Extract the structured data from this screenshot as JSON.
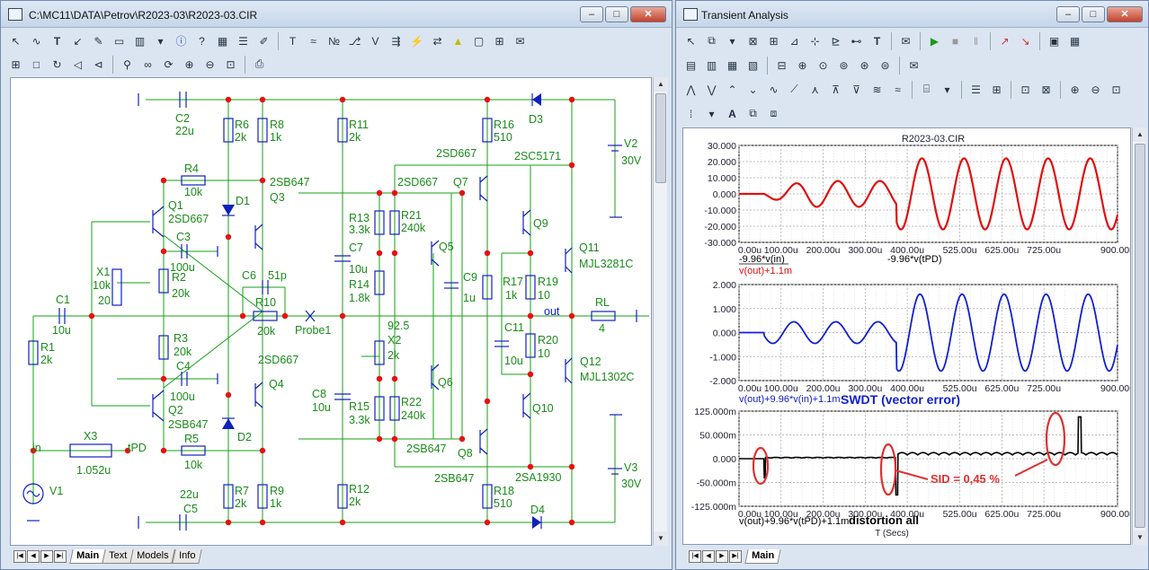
{
  "left_window": {
    "title": "C:\\MC11\\DATA\\Petrov\\R2023-03\\R2023-03.CIR",
    "tabs": [
      "Main",
      "Text",
      "Models",
      "Info"
    ],
    "active_tab": "Main"
  },
  "right_window": {
    "title": "Transient Analysis",
    "tabs": [
      "Main"
    ],
    "active_tab": "Main"
  },
  "window_buttons": {
    "minimize": "–",
    "maximize": "□",
    "close": "✕"
  },
  "schematic": {
    "labels": {
      "C2": "C2",
      "C2v": "22u",
      "R6": "R6",
      "R6v": "2k",
      "R8": "R8",
      "R8v": "1k",
      "R11": "R11",
      "R11v": "2k",
      "R16": "R16",
      "R16v": "510",
      "D3": "D3",
      "V2": "V2",
      "V2v": "30V",
      "Q2SD667a": "2SD667",
      "Q2SC5171": "2SC5171",
      "R4": "R4",
      "R4v": "10k",
      "Q2SB647a": "2SB647",
      "Q3": "Q3",
      "D1": "D1",
      "Q1": "Q1",
      "Q1t": "2SD667",
      "Q2SD667b": "2SD667",
      "Q7": "Q7",
      "R13": "R13",
      "R13v": "3.3k",
      "R21": "R21",
      "R21v": "240k",
      "C3": "C3",
      "C3v": "100u",
      "Q5": "Q5",
      "Q9": "Q9",
      "Q11": "Q11",
      "Q11t": "MJL3281C",
      "C7": "C7",
      "C7v": "10u",
      "X1": "X1",
      "X1a": "10k",
      "X1b": "20",
      "R2": "R2",
      "R2v": "20k",
      "C6": "C6",
      "C6v": "51p",
      "R10": "R10",
      "R10v": "20k",
      "R14": "R14",
      "R14v": "1.8k",
      "C9": "C9",
      "C9v": "1u",
      "R17": "R17",
      "R17v": "1k",
      "R19": "R19",
      "R19v": "10",
      "C1": "C1",
      "C1v": "10u",
      "out": "out",
      "RL": "RL",
      "RLv": "4",
      "Probe1": "Probe1",
      "X2v": "92.5",
      "X2": "X2",
      "X2b": "2k",
      "C11": "C11",
      "C11v": "10u",
      "R20": "R20",
      "R20v": "10",
      "R1": "R1",
      "R1v": "2k",
      "R3": "R3",
      "R3v": "20k",
      "C4": "C4",
      "C4v": "100u",
      "Q2SD667c": "2SD667",
      "Q4": "Q4",
      "Q12": "Q12",
      "Q12t": "MJL1302C",
      "Q6": "Q6",
      "C8": "C8",
      "C8v": "10u",
      "R15": "R15",
      "R15v": "3.3k",
      "R22": "R22",
      "R22v": "240k",
      "Q2": "Q2",
      "Q2t": "2SB647",
      "Q10": "Q10",
      "D2": "D2",
      "X3": "X3",
      "X3v": "1.052u",
      "in": "in",
      "tPD": "tPD",
      "V1": "V1",
      "R5": "R5",
      "R5v": "10k",
      "Q2SB647b": "2SB647",
      "Q8": "Q8",
      "Q2SB647c": "2SB647",
      "Q2SA1930": "2SA1930",
      "V3": "V3",
      "V3v": "30V",
      "R7": "R7",
      "R7v": "2k",
      "R9": "R9",
      "R9v": "1k",
      "C5": "C5",
      "C5v": "22u",
      "R12": "R12",
      "R12v": "2k",
      "R18": "R18",
      "R18v": "510",
      "D4": "D4"
    }
  },
  "analysis": {
    "plot_title": "R2023-03.CIR",
    "x_label": "T (Secs)",
    "plot1": {
      "y_ticks": [
        "30.000",
        "20.000",
        "10.000",
        "0.000",
        "-10.000",
        "-20.000",
        "-30.000"
      ],
      "x_ticks": [
        "0.00u",
        "100.00u",
        "200.00u",
        "300.00u",
        "400.00u",
        "525.00u",
        "625.00u",
        "725.00u",
        "900.00u"
      ],
      "trace_red": "v(out)+1.1m",
      "trace_label_a": "-9.96*v(in)",
      "trace_label_b": "-9.96*v(tPD)",
      "color": "#e01010"
    },
    "plot2": {
      "y_ticks": [
        "2.000",
        "1.000",
        "0.000",
        "-1.000",
        "-2.000"
      ],
      "x_ticks": [
        "0.00u",
        "100.00u",
        "200.00u",
        "300.00u",
        "400.00u",
        "525.00u",
        "625.00u",
        "725.00u",
        "900.00u"
      ],
      "trace": "v(out)+9.96*v(in)+1.1m",
      "annotation": "SWDT (vector error)",
      "color": "#1020d0"
    },
    "plot3": {
      "y_ticks": [
        "125.000m",
        "50.000m",
        "0.000",
        "-50.000m",
        "-125.000m"
      ],
      "x_ticks": [
        "0.00u",
        "100.00u",
        "200.00u",
        "300.00u",
        "400.00u",
        "525.00u",
        "625.00u",
        "725.00u",
        "900.00u"
      ],
      "trace": "v(out)+9.96*v(tPD)+1.1m",
      "annotation": "distortion all",
      "sid": "SID = 0,45 %",
      "color": "#000000",
      "callout_color": "#e03030"
    }
  }
}
